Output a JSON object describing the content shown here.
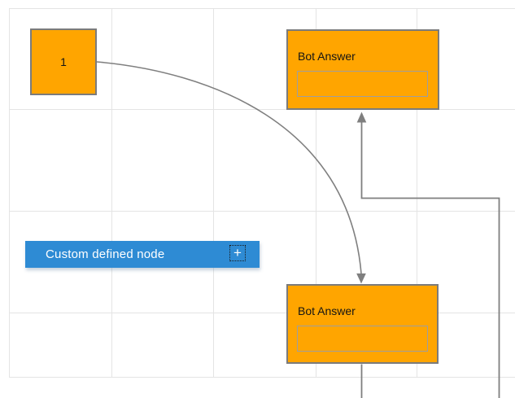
{
  "canvas": {
    "name": "diagram-canvas"
  },
  "nodes": {
    "square": {
      "label": "1"
    },
    "bot_answer_top": {
      "title": "Bot Answer",
      "input_value": ""
    },
    "bot_answer_bottom": {
      "title": "Bot Answer",
      "input_value": ""
    },
    "custom": {
      "label": "Custom defined node"
    }
  },
  "icons": {
    "plus": "+"
  },
  "connectors": [
    {
      "from": "square-node",
      "to": "bot-answer-node-bottom",
      "type": "bezier",
      "arrow": "target"
    },
    {
      "from": "offscreen-bottom-right",
      "to": "bot-answer-node-top",
      "type": "orthogonal",
      "arrow": "target"
    },
    {
      "from": "bot-answer-node-bottom",
      "to": "offscreen-bottom",
      "type": "straight",
      "arrow": "none"
    }
  ],
  "colors": {
    "node_fill": "#FFA500",
    "node_border": "#7B7B7B",
    "inner_box_border": "#9E9E9E",
    "connector": "#7F7F7F",
    "custom_node_fill": "#2E8BD4",
    "custom_node_text": "#FFFFFF",
    "grid_line": "#E4E4E4",
    "canvas_background": "#FFFFFF",
    "node_text": "#141414"
  }
}
